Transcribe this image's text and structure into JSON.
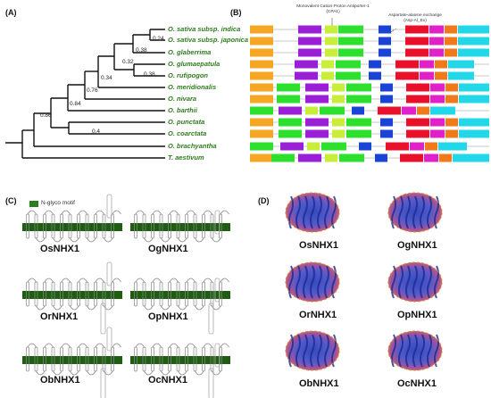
{
  "panels": {
    "a": "(A)",
    "b": "(B)",
    "c": "(C)",
    "d": "(D)"
  },
  "tree": {
    "species": [
      "O. sativa subsp. indica",
      "O. sativa subsp. japonica",
      "O. glaberrima",
      "O. glumaepatula",
      "O. rufipogon",
      "O. meridionalis",
      "O. nivara",
      "O. barthii",
      "O. punctata",
      "O. coarctata",
      "O. brachyantha",
      "T. aestivum"
    ],
    "bootstrap": [
      "0.24",
      "0.38",
      "0.32",
      "0.38",
      "0.34",
      "0.76",
      "0.84",
      "0.86",
      "0.4"
    ]
  },
  "domains": {
    "annotation_1": "Monovalent Cation Proton Antiporter-1 (CPA1)",
    "annotation_1_line1": "Monovalent Cation Proton Antiporter-1",
    "annotation_1_line2": "(CPA1)",
    "annotation_2_line1": "Aspartate-alanine exchange",
    "annotation_2_line2": "(Asp-Al_Ex)",
    "colors": {
      "orange": "#f5a623",
      "purple": "#9b1fd6",
      "yellowgreen": "#c8ee3a",
      "green": "#2ee02e",
      "blue": "#1a44d6",
      "red": "#e8102a",
      "magenta": "#e020c8",
      "darkorange": "#f07a1a",
      "cyan": "#22d8e8"
    }
  },
  "topology": {
    "legend": "N-glyco motif",
    "membrane_color": "#1f5e12",
    "proteins": [
      "OsNHX1",
      "OgNHX1",
      "OrNHX1",
      "OpNHX1",
      "ObNHX1",
      "OcNHX1"
    ]
  },
  "structures": {
    "proteins": [
      "OsNHX1",
      "OgNHX1",
      "OrNHX1",
      "OpNHX1",
      "ObNHX1",
      "OcNHX1"
    ]
  }
}
